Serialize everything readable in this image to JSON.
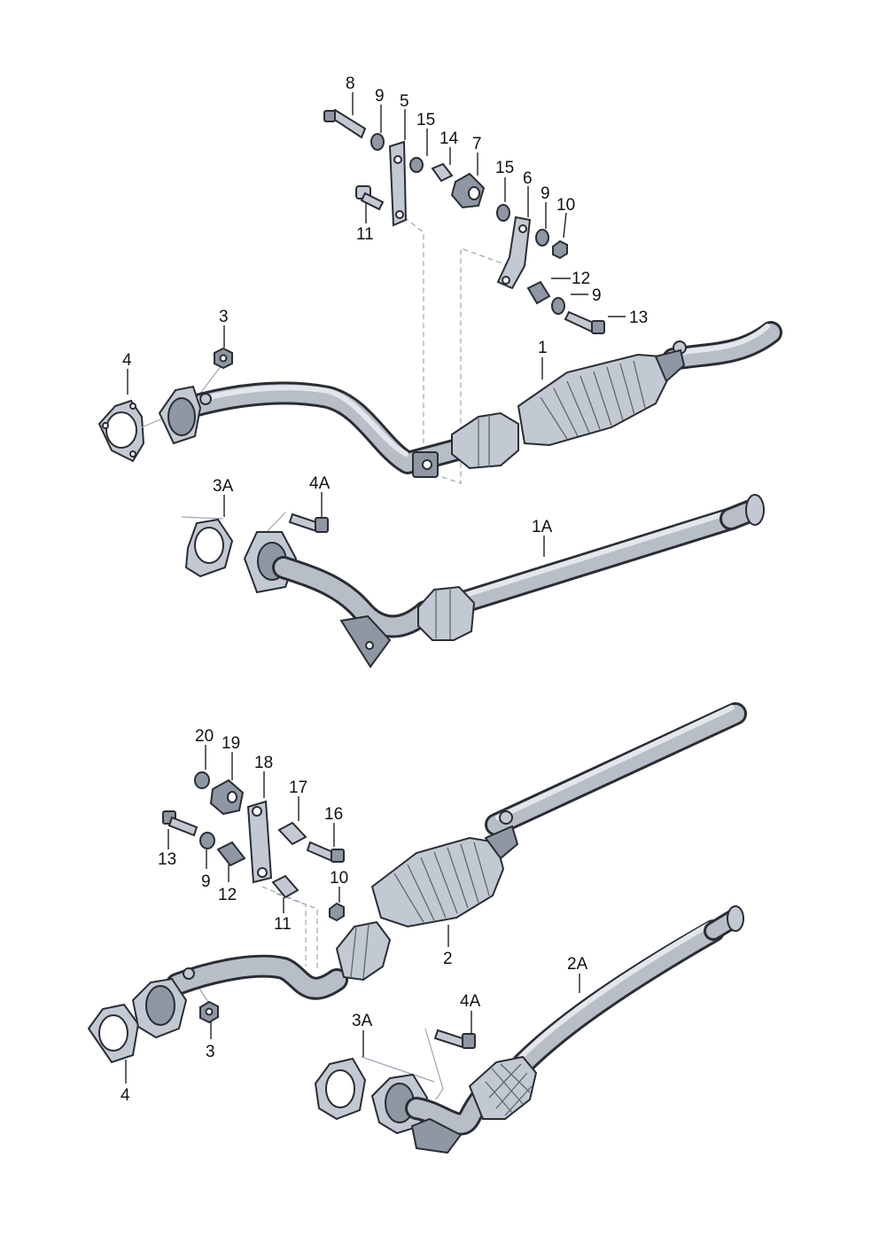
{
  "labels": {
    "a1": "1",
    "a3": "3",
    "a4": "4",
    "a5": "5",
    "a6": "6",
    "a7": "7",
    "a8": "8",
    "a9": "9",
    "a9b": "9",
    "a9c": "9",
    "a10": "10",
    "a11": "11",
    "a12": "12",
    "a13": "13",
    "a14": "14",
    "a15": "15",
    "a15b": "15",
    "b1A": "1A",
    "b3A": "3A",
    "b4A": "4A",
    "c2": "2",
    "c3": "3",
    "c4": "4",
    "c9": "9",
    "c10": "10",
    "c11": "11",
    "c12": "12",
    "c13": "13",
    "c16": "16",
    "c17": "17",
    "c18": "18",
    "c19": "19",
    "c20": "20",
    "d2A": "2A",
    "d3A": "3A",
    "d4A": "4A"
  },
  "icons": [
    "exhaust-pipe",
    "catalytic-converter",
    "flange-gasket",
    "nut",
    "bolt",
    "washer",
    "bracket",
    "rubber-mount",
    "spacer-sleeve"
  ]
}
